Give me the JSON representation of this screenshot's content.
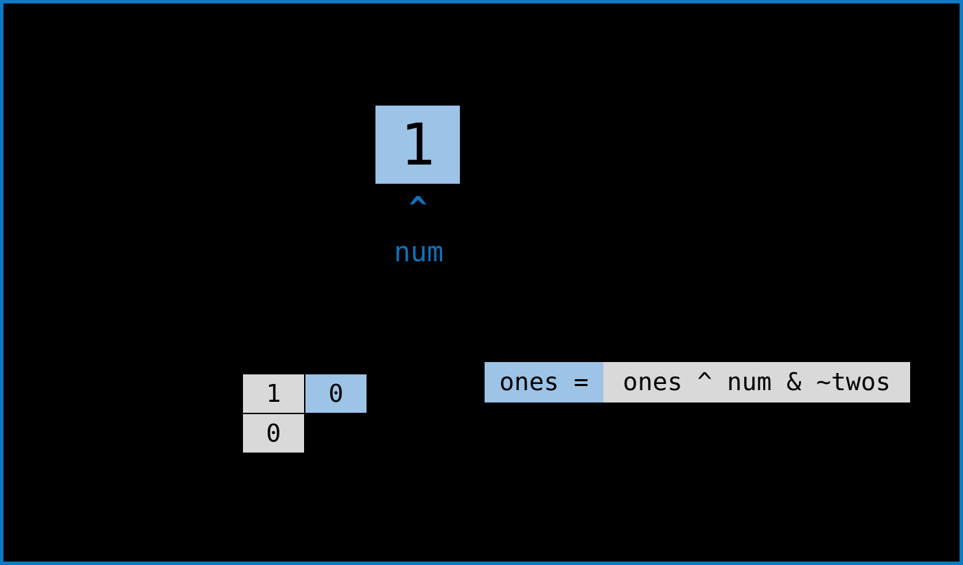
{
  "colors": {
    "frame_blue": "#0d7ac6",
    "accent_blue": "#1271b8",
    "fill_blue": "#9dc3e6",
    "fill_gray": "#d9d9d9",
    "background": "#000000",
    "text_black": "#000000"
  },
  "diagram": {
    "num_box": {
      "value": "1"
    },
    "pointer": {
      "caret": "^",
      "label": "num"
    },
    "state_table": {
      "rows": [
        [
          "1",
          "0"
        ],
        [
          "0"
        ]
      ]
    },
    "code": {
      "lhs": "ones =",
      "rhs": "ones ^ num & ~twos"
    }
  }
}
